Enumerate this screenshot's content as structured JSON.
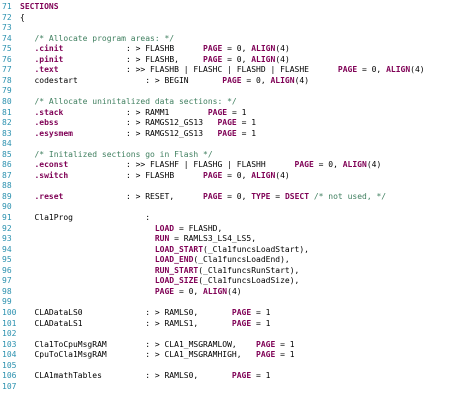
{
  "theme": {
    "line_number": "#2b91af",
    "keyword": "#7f0055",
    "comment": "#3f7f5f",
    "text": "#000000",
    "background": "#ffffff"
  },
  "lines": [
    {
      "n": "71",
      "tokens": [
        {
          "t": "SECTIONS",
          "c": "kw"
        }
      ]
    },
    {
      "n": "72",
      "tokens": [
        {
          "t": "{",
          "c": "pl"
        }
      ]
    },
    {
      "n": "73",
      "tokens": []
    },
    {
      "n": "74",
      "tokens": [
        {
          "t": "   /* Allocate program areas: */",
          "c": "cm"
        }
      ]
    },
    {
      "n": "75",
      "tokens": [
        {
          "t": "   .cinit",
          "c": "kw"
        },
        {
          "t": "             : > FLASHB      ",
          "c": "pl"
        },
        {
          "t": "PAGE",
          "c": "kw"
        },
        {
          "t": " = 0, ",
          "c": "pl"
        },
        {
          "t": "ALIGN",
          "c": "kw"
        },
        {
          "t": "(4)",
          "c": "pl"
        }
      ]
    },
    {
      "n": "76",
      "tokens": [
        {
          "t": "   .pinit",
          "c": "kw"
        },
        {
          "t": "             : > FLASHB,     ",
          "c": "pl"
        },
        {
          "t": "PAGE",
          "c": "kw"
        },
        {
          "t": " = 0, ",
          "c": "pl"
        },
        {
          "t": "ALIGN",
          "c": "kw"
        },
        {
          "t": "(4)",
          "c": "pl"
        }
      ]
    },
    {
      "n": "77",
      "tokens": [
        {
          "t": "   .text",
          "c": "kw"
        },
        {
          "t": "              : >> FLASHB | FLASHC | FLASHD | FLASHE      ",
          "c": "pl"
        },
        {
          "t": "PAGE",
          "c": "kw"
        },
        {
          "t": " = 0, ",
          "c": "pl"
        },
        {
          "t": "ALIGN",
          "c": "kw"
        },
        {
          "t": "(4)",
          "c": "pl"
        }
      ]
    },
    {
      "n": "78",
      "tokens": [
        {
          "t": "   codestart              : > BEGIN       ",
          "c": "pl"
        },
        {
          "t": "PAGE",
          "c": "kw"
        },
        {
          "t": " = 0, ",
          "c": "pl"
        },
        {
          "t": "ALIGN",
          "c": "kw"
        },
        {
          "t": "(4)",
          "c": "pl"
        }
      ]
    },
    {
      "n": "79",
      "tokens": []
    },
    {
      "n": "80",
      "tokens": [
        {
          "t": "   /* Allocate uninitalized data sections: */",
          "c": "cm"
        }
      ]
    },
    {
      "n": "81",
      "tokens": [
        {
          "t": "   .stack",
          "c": "kw"
        },
        {
          "t": "             : > RAMM1        ",
          "c": "pl"
        },
        {
          "t": "PAGE",
          "c": "kw"
        },
        {
          "t": " = 1",
          "c": "pl"
        }
      ]
    },
    {
      "n": "82",
      "tokens": [
        {
          "t": "   .ebss",
          "c": "kw"
        },
        {
          "t": "              : > RAMGS12_GS13   ",
          "c": "pl"
        },
        {
          "t": "PAGE",
          "c": "kw"
        },
        {
          "t": " = 1",
          "c": "pl"
        }
      ]
    },
    {
      "n": "83",
      "tokens": [
        {
          "t": "   .esysmem",
          "c": "kw"
        },
        {
          "t": "           : > RAMGS12_GS13   ",
          "c": "pl"
        },
        {
          "t": "PAGE",
          "c": "kw"
        },
        {
          "t": " = 1",
          "c": "pl"
        }
      ]
    },
    {
      "n": "84",
      "tokens": []
    },
    {
      "n": "85",
      "tokens": [
        {
          "t": "   /* Initalized sections go in Flash */",
          "c": "cm"
        }
      ]
    },
    {
      "n": "86",
      "tokens": [
        {
          "t": "   .econst",
          "c": "kw"
        },
        {
          "t": "            : >> FLASHF | FLASHG | FLASHH      ",
          "c": "pl"
        },
        {
          "t": "PAGE",
          "c": "kw"
        },
        {
          "t": " = 0, ",
          "c": "pl"
        },
        {
          "t": "ALIGN",
          "c": "kw"
        },
        {
          "t": "(4)",
          "c": "pl"
        }
      ]
    },
    {
      "n": "87",
      "tokens": [
        {
          "t": "   .switch",
          "c": "kw"
        },
        {
          "t": "            : > FLASHB      ",
          "c": "pl"
        },
        {
          "t": "PAGE",
          "c": "kw"
        },
        {
          "t": " = 0, ",
          "c": "pl"
        },
        {
          "t": "ALIGN",
          "c": "kw"
        },
        {
          "t": "(4)",
          "c": "pl"
        }
      ]
    },
    {
      "n": "88",
      "tokens": []
    },
    {
      "n": "89",
      "tokens": [
        {
          "t": "   .reset",
          "c": "kw"
        },
        {
          "t": "             : > RESET,      ",
          "c": "pl"
        },
        {
          "t": "PAGE",
          "c": "kw"
        },
        {
          "t": " = 0, ",
          "c": "pl"
        },
        {
          "t": "TYPE",
          "c": "kw"
        },
        {
          "t": " = ",
          "c": "pl"
        },
        {
          "t": "DSECT",
          "c": "kw"
        },
        {
          "t": " /* not used, */",
          "c": "cm"
        }
      ]
    },
    {
      "n": "90",
      "tokens": []
    },
    {
      "n": "91",
      "tokens": [
        {
          "t": "   Cla1Prog               :",
          "c": "pl"
        }
      ]
    },
    {
      "n": "92",
      "tokens": [
        {
          "t": "                            ",
          "c": "pl"
        },
        {
          "t": "LOAD",
          "c": "kw"
        },
        {
          "t": " = FLASHD,",
          "c": "pl"
        }
      ]
    },
    {
      "n": "93",
      "tokens": [
        {
          "t": "                            ",
          "c": "pl"
        },
        {
          "t": "RUN",
          "c": "kw"
        },
        {
          "t": " = RAMLS3_LS4_LS5,",
          "c": "pl"
        }
      ]
    },
    {
      "n": "94",
      "tokens": [
        {
          "t": "                            ",
          "c": "pl"
        },
        {
          "t": "LOAD_START",
          "c": "kw"
        },
        {
          "t": "(_Cla1funcsLoadStart),",
          "c": "pl"
        }
      ]
    },
    {
      "n": "95",
      "tokens": [
        {
          "t": "                            ",
          "c": "pl"
        },
        {
          "t": "LOAD_END",
          "c": "kw"
        },
        {
          "t": "(_Cla1funcsLoadEnd),",
          "c": "pl"
        }
      ]
    },
    {
      "n": "96",
      "tokens": [
        {
          "t": "                            ",
          "c": "pl"
        },
        {
          "t": "RUN_START",
          "c": "kw"
        },
        {
          "t": "(_Cla1funcsRunStart),",
          "c": "pl"
        }
      ]
    },
    {
      "n": "97",
      "tokens": [
        {
          "t": "                            ",
          "c": "pl"
        },
        {
          "t": "LOAD_SIZE",
          "c": "kw"
        },
        {
          "t": "(_Cla1funcsLoadSize),",
          "c": "pl"
        }
      ]
    },
    {
      "n": "98",
      "tokens": [
        {
          "t": "                            ",
          "c": "pl"
        },
        {
          "t": "PAGE",
          "c": "kw"
        },
        {
          "t": " = 0, ",
          "c": "pl"
        },
        {
          "t": "ALIGN",
          "c": "kw"
        },
        {
          "t": "(4)",
          "c": "pl"
        }
      ]
    },
    {
      "n": "99",
      "tokens": []
    },
    {
      "n": "100",
      "tokens": [
        {
          "t": "   CLADataLS0             : > RAMLS0,       ",
          "c": "pl"
        },
        {
          "t": "PAGE",
          "c": "kw"
        },
        {
          "t": " = 1",
          "c": "pl"
        }
      ]
    },
    {
      "n": "101",
      "tokens": [
        {
          "t": "   CLADataLS1             : > RAMLS1,       ",
          "c": "pl"
        },
        {
          "t": "PAGE",
          "c": "kw"
        },
        {
          "t": " = 1",
          "c": "pl"
        }
      ]
    },
    {
      "n": "102",
      "tokens": []
    },
    {
      "n": "103",
      "tokens": [
        {
          "t": "   Cla1ToCpuMsgRAM        : > CLA1_MSGRAMLOW,    ",
          "c": "pl"
        },
        {
          "t": "PAGE",
          "c": "kw"
        },
        {
          "t": " = 1",
          "c": "pl"
        }
      ]
    },
    {
      "n": "104",
      "tokens": [
        {
          "t": "   CpuToCla1MsgRAM        : > CLA1_MSGRAMHIGH,   ",
          "c": "pl"
        },
        {
          "t": "PAGE",
          "c": "kw"
        },
        {
          "t": " = 1",
          "c": "pl"
        }
      ]
    },
    {
      "n": "105",
      "tokens": []
    },
    {
      "n": "106",
      "tokens": [
        {
          "t": "   CLA1mathTables         : > RAMLS0,       ",
          "c": "pl"
        },
        {
          "t": "PAGE",
          "c": "kw"
        },
        {
          "t": " = 1",
          "c": "pl"
        }
      ]
    },
    {
      "n": "107",
      "tokens": []
    }
  ]
}
